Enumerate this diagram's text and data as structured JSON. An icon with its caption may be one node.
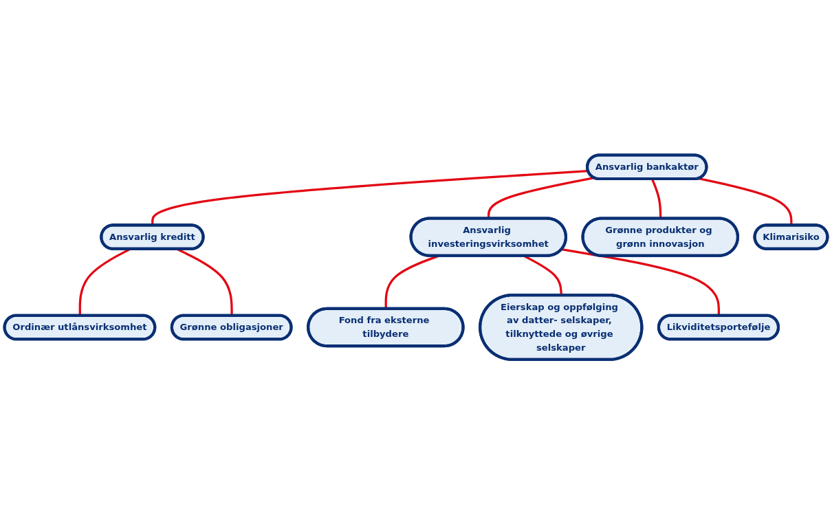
{
  "diagram": {
    "nodes": [
      {
        "text": [
          "Ansvarlig bankaktør"
        ]
      },
      {
        "text": [
          "Ansvarlig kreditt"
        ]
      },
      {
        "text": [
          "Ansvarlig investeringsvirksomhet"
        ]
      },
      {
        "text": [
          "Grønne produkter og grønn innovasjon"
        ]
      },
      {
        "text": [
          "Klimarisiko"
        ]
      },
      {
        "text": [
          "Ordinær utlånsvirksomhet"
        ]
      },
      {
        "text": [
          "Grønne obligasjoner"
        ]
      },
      {
        "text": [
          "Fond fra eksterne tilbydere"
        ]
      },
      {
        "text": [
          "Eierskap og oppfølging av datter- selskaper, tilknyttede og øvrige selskaper"
        ]
      },
      {
        "text": [
          "Likviditetsportefølje"
        ]
      }
    ],
    "edges": [
      {
        "from": 0,
        "to": 1,
        "arrow": "none"
      },
      {
        "from": 0,
        "to": 2,
        "arrow": "none"
      },
      {
        "from": 0,
        "to": 3,
        "arrow": "none"
      },
      {
        "from": 0,
        "to": 4,
        "arrow": "none"
      },
      {
        "from": 1,
        "to": 5,
        "arrow": "none"
      },
      {
        "from": 1,
        "to": 6,
        "arrow": "none"
      },
      {
        "from": 2,
        "to": 7,
        "arrow": "none"
      },
      {
        "from": 2,
        "to": 8,
        "arrow": "none"
      },
      {
        "from": 2,
        "to": 9,
        "arrow": "none"
      }
    ]
  }
}
